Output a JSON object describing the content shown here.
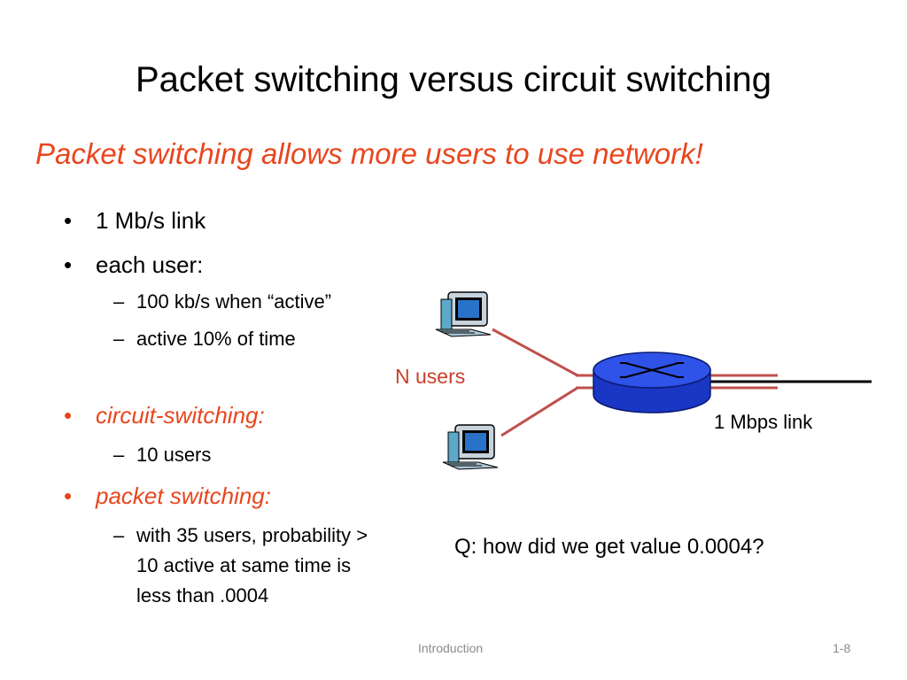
{
  "slide": {
    "title": "Packet switching versus circuit switching",
    "subtitle": "Packet switching allows more users to use network!",
    "bullets": {
      "link": "1 Mb/s link",
      "each_user": "each user:",
      "each_user_sub1": "100 kb/s when “active”",
      "each_user_sub2": "active 10% of time",
      "circuit": "circuit-switching:",
      "circuit_sub1": "10 users",
      "packet": "packet switching:",
      "packet_sub1_line1": "with 35 users, probability >",
      "packet_sub1_line2": "10 active at same time is",
      "packet_sub1_line3": "less than .0004",
      "bullet_glyph": "•",
      "dash_glyph": "–"
    },
    "diagram": {
      "n_users_label": "N users",
      "link_label": "1 Mbps link",
      "icons": [
        "computer-icon",
        "router-icon"
      ]
    },
    "question": "Q: how did we get value 0.0004?",
    "footer": {
      "left": "Introduction",
      "right": "1-8"
    },
    "colors": {
      "accent": "#e8461e",
      "router_fill": "#1f3fd6",
      "link_line": "#c0504d",
      "footer_text": "#8a8a8a"
    }
  }
}
